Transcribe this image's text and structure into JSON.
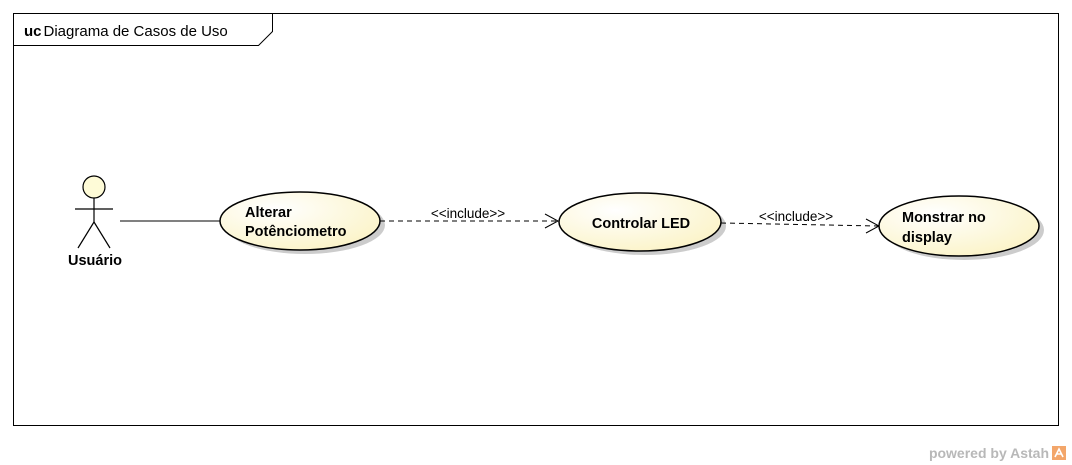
{
  "frame": {
    "keyword": "uc",
    "title": "Diagrama de Casos de Uso"
  },
  "actor": {
    "name": "Usuário"
  },
  "use_cases": [
    {
      "id": "uc1",
      "lines": [
        "Alterar",
        "Potênciometro"
      ]
    },
    {
      "id": "uc2",
      "lines": [
        "Controlar LED"
      ]
    },
    {
      "id": "uc3",
      "lines": [
        "Monstrar no",
        "display"
      ]
    }
  ],
  "relations": [
    {
      "type": "association",
      "from": "actor",
      "to": "uc1"
    },
    {
      "type": "include",
      "label": "<<include>>",
      "from": "uc1",
      "to": "uc2"
    },
    {
      "type": "include",
      "label": "<<include>>",
      "from": "uc2",
      "to": "uc3"
    }
  ],
  "colors": {
    "usecase_fill": "#fefbd7",
    "shadow": "#c9c9c9",
    "stroke": "#000000"
  },
  "watermark": {
    "text": "powered by Astah",
    "logo": "astah-logo"
  }
}
